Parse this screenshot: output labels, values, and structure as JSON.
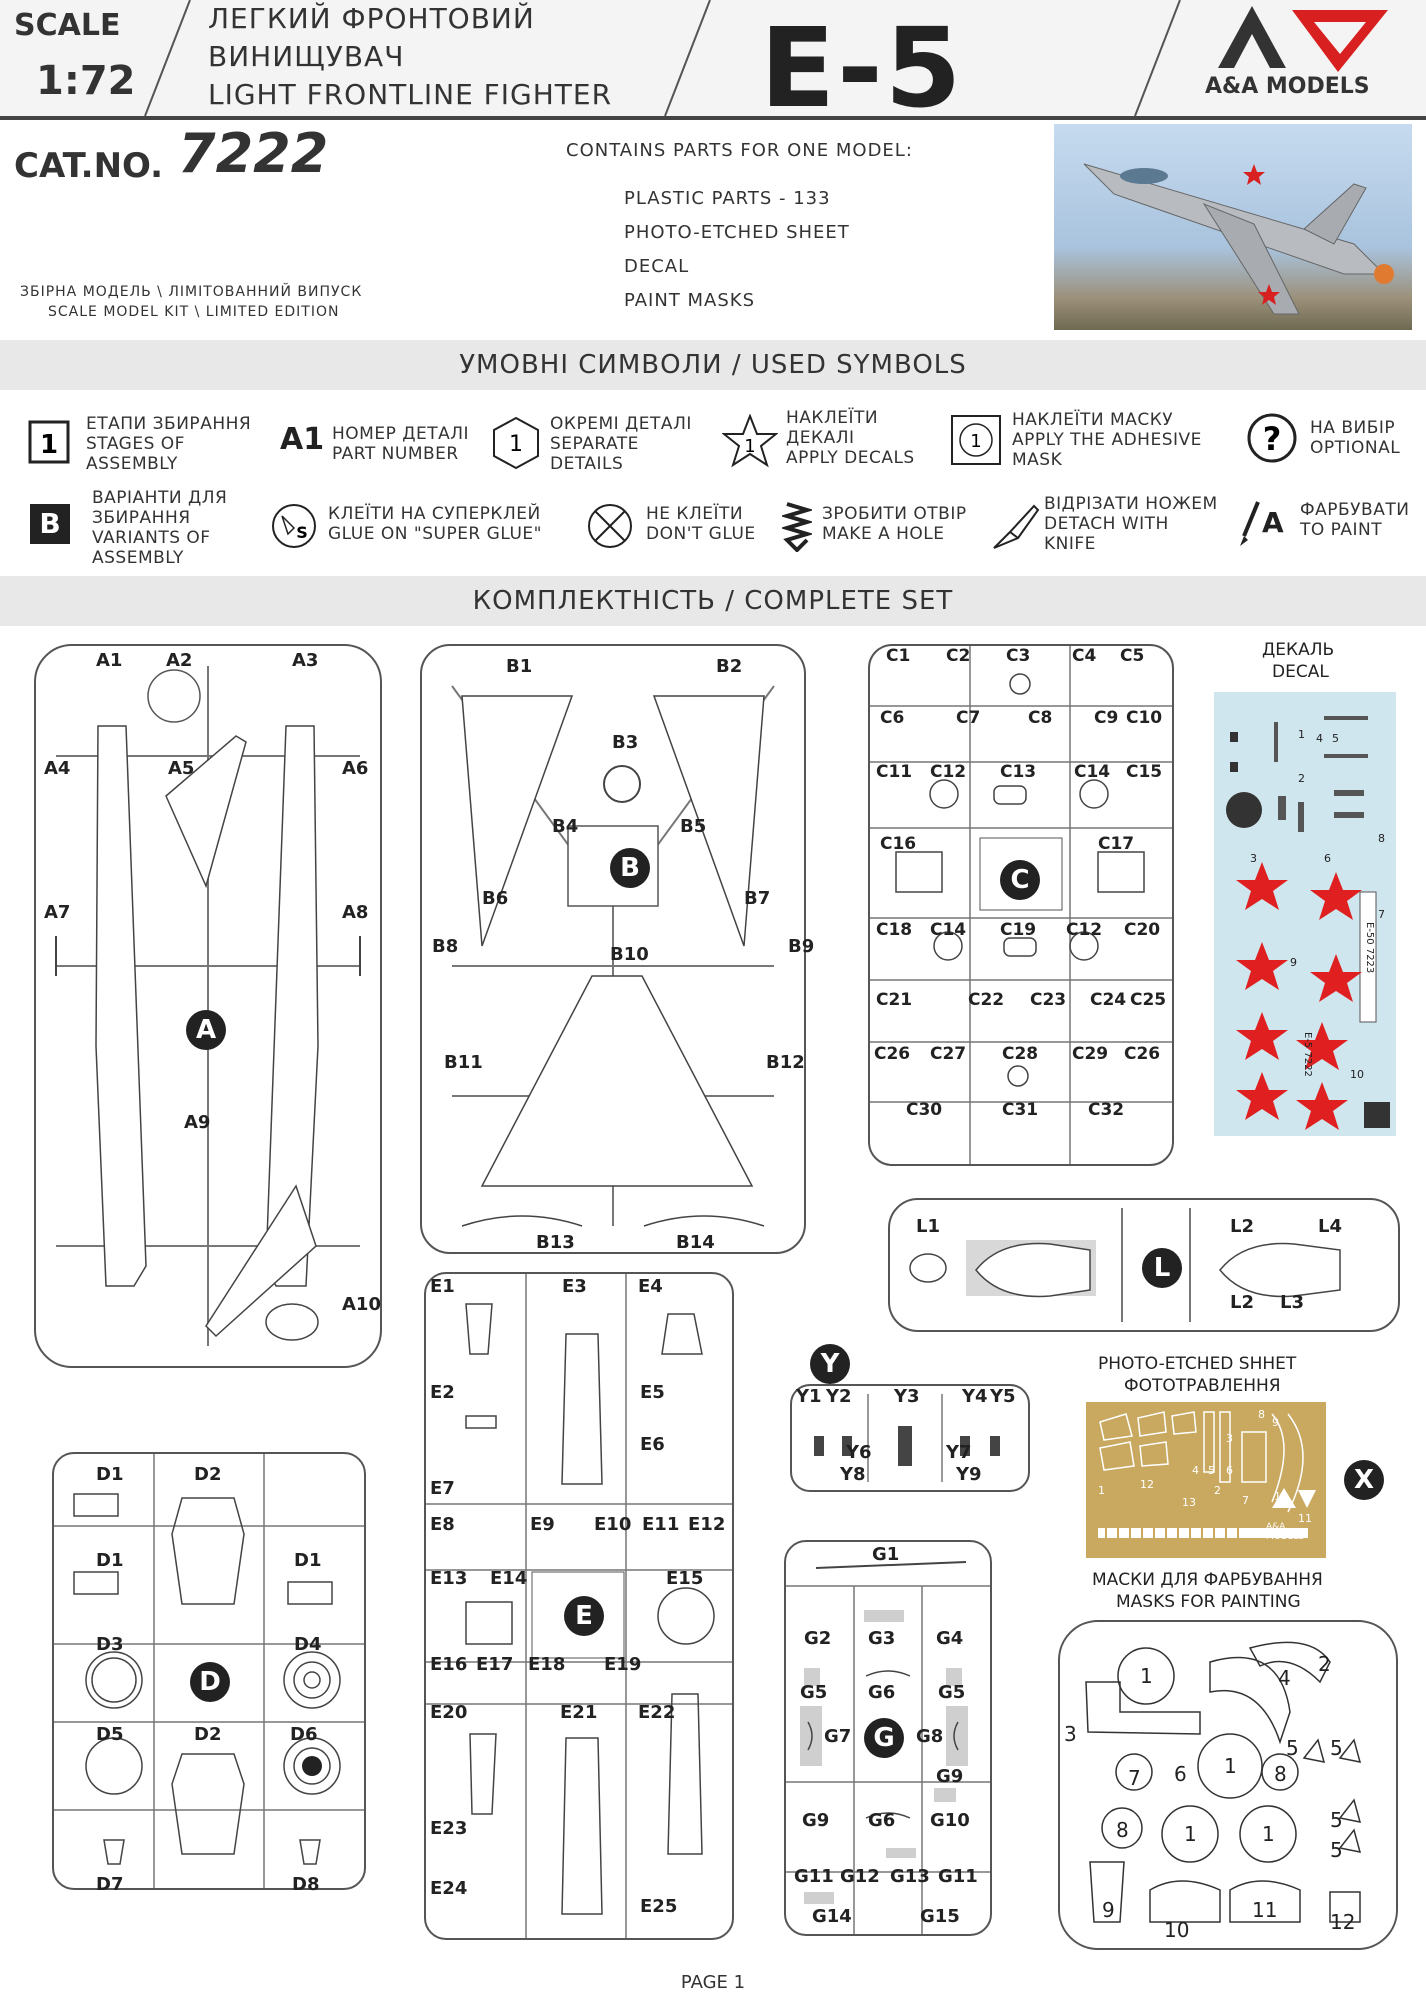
{
  "header": {
    "scale_label": "SCALE",
    "scale_value": "1:72",
    "title_ua_line1": "ЛЕГКИЙ ФРОНТОВИЙ",
    "title_ua_line2": "ВИНИЩУВАЧ",
    "title_en": "LIGHT FRONTLINE FIGHTER",
    "model": "E-5",
    "brand": "A&A MODELS"
  },
  "catalog": {
    "label": "CAT.NO.",
    "number": "7222",
    "kit_line1": "ЗБІРНА МОДЕЛЬ \\ ЛІМІТОВАННИЙ ВИПУСК",
    "kit_line2": "SCALE MODEL KIT \\ LIMITED EDITION"
  },
  "contents": {
    "heading": "CONTAINS PARTS FOR ONE MODEL:",
    "items": [
      "PLASTIC PARTS - 133",
      "PHOTO-ETCHED SHEET",
      "DECAL",
      "PAINT MASKS"
    ]
  },
  "symbols": {
    "heading": "УМОВНІ СИМВОЛИ / USED SYMBOLS",
    "items": [
      {
        "icon": "stage-square-icon",
        "glyph": "1",
        "text": [
          "ЕТАПИ ЗБИРАННЯ",
          "STAGES OF",
          "ASSEMBLY"
        ]
      },
      {
        "icon": "part-number-icon",
        "glyph": "A1",
        "text": [
          "НОМЕР ДЕТАЛІ",
          "PART NUMBER"
        ]
      },
      {
        "icon": "hexagon-icon",
        "glyph": "1",
        "text": [
          "ОКРЕМІ ДЕТАЛІ",
          "SEPARATE",
          "DETAILS"
        ]
      },
      {
        "icon": "star-icon",
        "glyph": "1",
        "text": [
          "НАКЛЕЇТИ",
          "ДЕКАЛІ",
          "APPLY DECALS"
        ]
      },
      {
        "icon": "mask-icon",
        "glyph": "1",
        "text": [
          "НАКЛЕЇТИ МАСКУ",
          "APPLY THE ADHESIVE",
          "MASK"
        ]
      },
      {
        "icon": "question-icon",
        "glyph": "?",
        "text": [
          "НА ВИБІР",
          "OPTIONAL"
        ]
      },
      {
        "icon": "variant-b-icon",
        "glyph": "B",
        "text": [
          "ВАРІАНТИ ДЛЯ",
          "ЗБИРАННЯ",
          "VARIANTS OF",
          "ASSEMBLY"
        ]
      },
      {
        "icon": "superglue-icon",
        "glyph": "S",
        "text": [
          "КЛЕЇТИ НА СУПЕРКЛЕЙ",
          "GLUE ON \"SUPER GLUE\""
        ]
      },
      {
        "icon": "no-glue-icon",
        "glyph": "",
        "text": [
          "НЕ КЛЕЇТИ",
          "DON'T GLUE"
        ]
      },
      {
        "icon": "drill-icon",
        "glyph": "",
        "text": [
          "ЗРОБИТИ ОТВІР",
          "MAKE A HOLE"
        ]
      },
      {
        "icon": "knife-icon",
        "glyph": "",
        "text": [
          "ВІДРІЗАТИ НОЖЕМ",
          "DETACH WITH",
          "KNIFE"
        ]
      },
      {
        "icon": "brush-icon",
        "glyph": "A",
        "text": [
          "ФАРБУВАТИ",
          "TO PAINT"
        ]
      }
    ]
  },
  "complete_set": {
    "heading": "КОМПЛЕКТНІСТЬ / COMPLETE SET"
  },
  "sprue_A": {
    "letter": "A",
    "labels": [
      "A1",
      "A2",
      "A3",
      "A4",
      "A5",
      "A6",
      "A7",
      "A8",
      "A9",
      "A10"
    ]
  },
  "sprue_B": {
    "letter": "B",
    "labels": [
      "B1",
      "B2",
      "B3",
      "B4",
      "B5",
      "B6",
      "B7",
      "B8",
      "B9",
      "B10",
      "B11",
      "B12",
      "B13",
      "B14"
    ]
  },
  "sprue_C": {
    "letter": "C",
    "labels": [
      "C1",
      "C2",
      "C3",
      "C4",
      "C5",
      "C6",
      "C7",
      "C8",
      "C9",
      "C10",
      "C11",
      "C12",
      "C13",
      "C14",
      "C15",
      "C16",
      "C17",
      "C18",
      "C14",
      "C19",
      "C12",
      "C20",
      "C21",
      "C22",
      "C23",
      "C24",
      "C25",
      "C26",
      "C27",
      "C28",
      "C29",
      "C26",
      "C30",
      "C31",
      "C32"
    ]
  },
  "sprue_D": {
    "letter": "D",
    "labels": [
      "D1",
      "D2",
      "D1",
      "D1",
      "D3",
      "D4",
      "D5",
      "D2",
      "D6",
      "D7",
      "D8"
    ]
  },
  "sprue_E": {
    "letter": "E",
    "labels": [
      "E1",
      "E3",
      "E4",
      "E2",
      "E5",
      "E6",
      "E7",
      "E8",
      "E9",
      "E10",
      "E11",
      "E12",
      "E13",
      "E14",
      "E15",
      "E16",
      "E17",
      "E18",
      "E19",
      "E20",
      "E21",
      "E22",
      "E23",
      "E24",
      "E25"
    ]
  },
  "sprue_L": {
    "letter": "L",
    "labels": [
      "L1",
      "L2",
      "L4",
      "L2",
      "L3"
    ]
  },
  "sprue_Y": {
    "letter": "Y",
    "labels": [
      "Y1",
      "Y2",
      "Y3",
      "Y4",
      "Y5",
      "Y6",
      "Y7",
      "Y8",
      "Y9"
    ]
  },
  "sprue_G": {
    "letter": "G",
    "labels": [
      "G1",
      "G2",
      "G3",
      "G4",
      "G5",
      "G6",
      "G5",
      "G7",
      "G8",
      "G9",
      "G9",
      "G6",
      "G10",
      "G11",
      "G12",
      "G13",
      "G11",
      "G14",
      "G15"
    ]
  },
  "decal": {
    "title_ua": "ДЕКАЛЬ",
    "title_en": "DECAL",
    "side_text": "E-5 7222",
    "side_text2": "E-50 7223",
    "numbers": [
      "1",
      "2",
      "3",
      "4",
      "5",
      "6",
      "7",
      "8",
      "9",
      "10"
    ]
  },
  "photo_etch": {
    "title_en": "PHOTO-ETCHED SHHET",
    "title_ua": "ФОТОТРАВЛЕННЯ",
    "letter": "X",
    "brand": "A&A MODELS",
    "numbers": [
      "1",
      "2",
      "3",
      "4",
      "5",
      "6",
      "7",
      "8",
      "9",
      "10",
      "11",
      "12",
      "13"
    ]
  },
  "masks": {
    "title_ua": "МАСКИ ДЛЯ ФАРБУВАННЯ",
    "title_en": "MASKS FOR PAINTING",
    "numbers": [
      "1",
      "2",
      "3",
      "4",
      "5",
      "5",
      "6",
      "7",
      "1",
      "8",
      "5",
      "8",
      "1",
      "1",
      "5",
      "9",
      "10",
      "11",
      "12"
    ]
  },
  "footer": {
    "page": "PAGE 1"
  },
  "colors": {
    "decal_star": "#e02020",
    "pe_brass": "#c9a860",
    "decal_bg": "#cfe6ee"
  }
}
